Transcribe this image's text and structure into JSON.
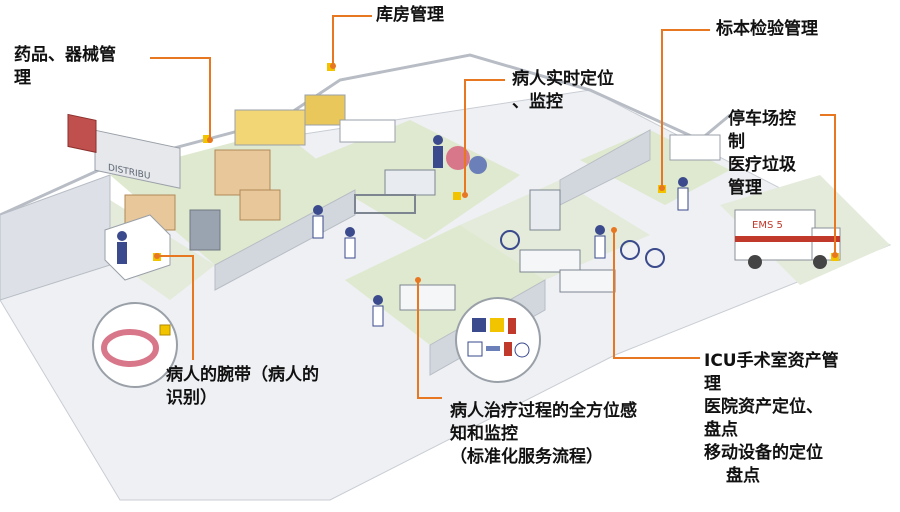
{
  "labels": {
    "pharmacy": "药品、器械管",
    "pharmacy_2": "理",
    "warehouse": "库房管理",
    "patient_location": "病人实时定位",
    "patient_location_2": "、监控",
    "specimen": "标本检验管理",
    "parking": "停车场控",
    "parking_2": "制",
    "waste": "医疗垃圾",
    "waste_2": "管理",
    "wristband": "病人的腕带（病人的",
    "wristband_2": "识别）",
    "treatment": "病人治疗过程的全方位感",
    "treatment_2": "知和监控",
    "treatment_3": "（标准化服务流程）",
    "icu": "ICU手术室资产管",
    "icu_2": "理",
    "assets": "医院资产定位、",
    "assets_2": "盘点",
    "mobile": "移动设备的定位",
    "mobile_2": "盘点"
  },
  "scene": {
    "truck_text": "DISTRIBU",
    "ambulance_text": "EMS 5"
  },
  "colors": {
    "accent": "#e87722",
    "floor_green": "#dfe9cf",
    "wall": "#e6e9ee",
    "wall_dark": "#c9cdd4"
  }
}
